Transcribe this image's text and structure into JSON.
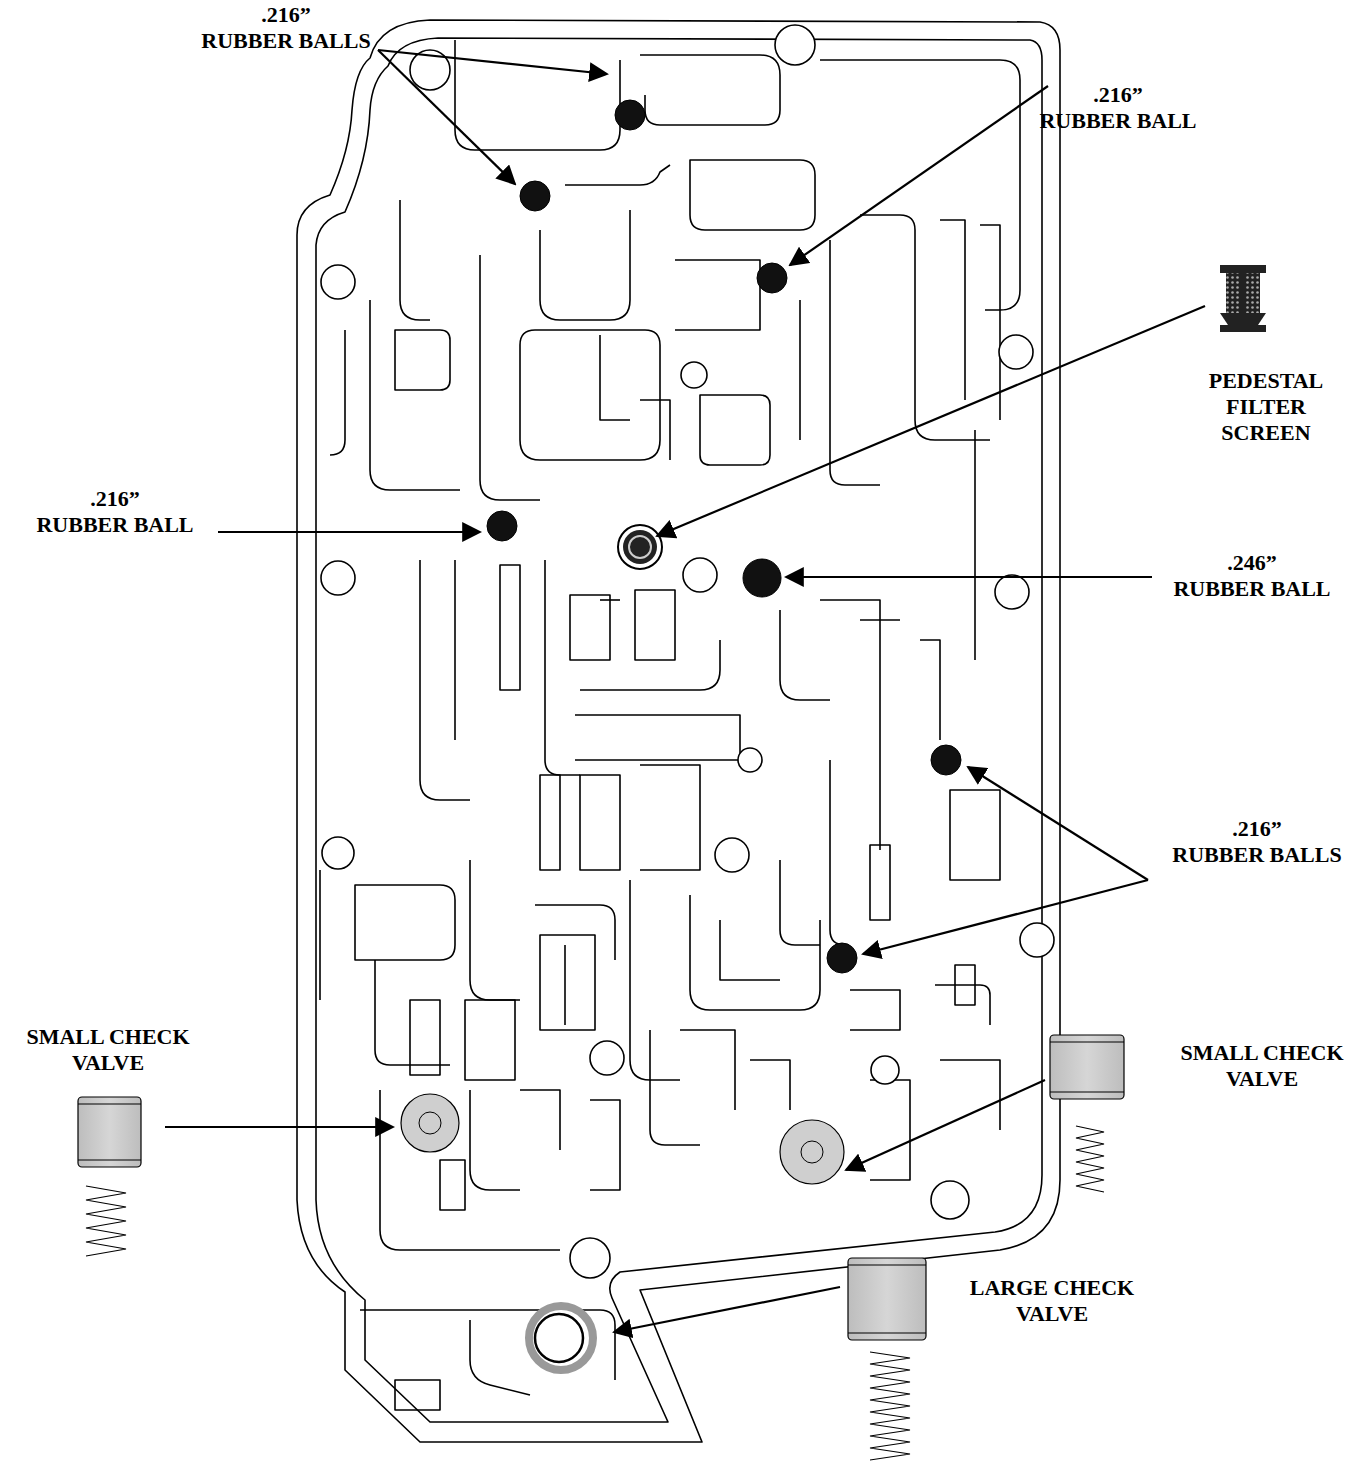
{
  "diagram": {
    "labels": [
      ".216” RUBBER BALLS",
      ".216” RUBBER BALL",
      "PEDESTAL FILTER SCREEN",
      ".216” RUBBER BALL",
      ".246” RUBBER BALL",
      ".216” RUBBER BALLS",
      "SMALL CHECK VALVE",
      "SMALL CHECK VALVE",
      "LARGE CHECK VALVE"
    ]
  }
}
